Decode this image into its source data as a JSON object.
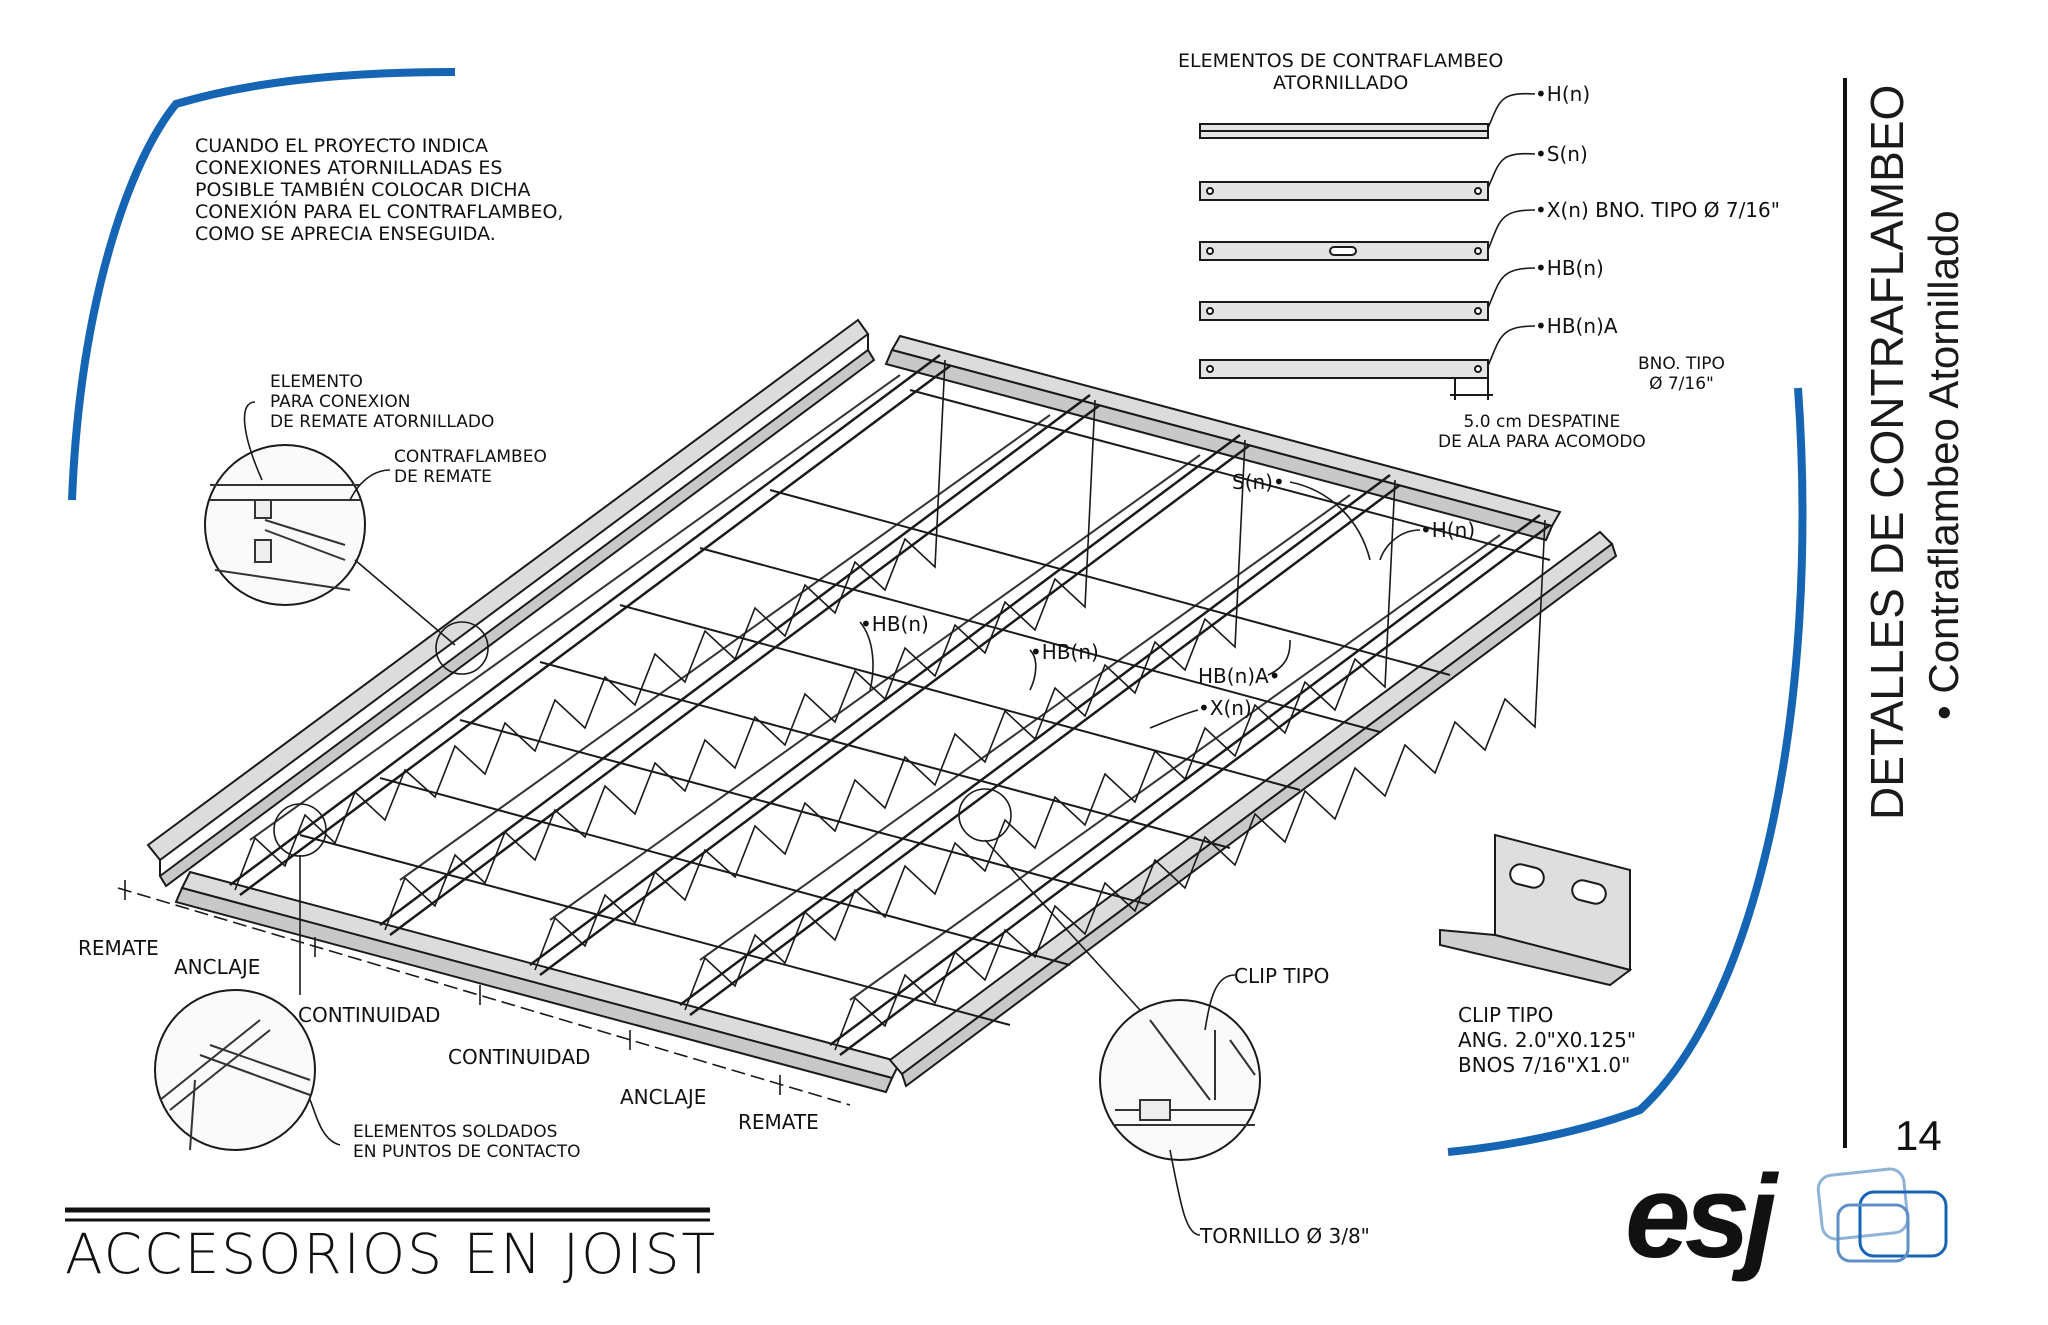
{
  "colors": {
    "accent_blue": "#1565b4",
    "line": "#1a1a1a",
    "steel": "#d9d9d9"
  },
  "intro_note": "CUANDO EL PROYECTO INDICA\nCONEXIONES ATORNILLADAS ES\nPOSIBLE TAMBIÉN COLOCAR DICHA\nCONEXIÓN PARA EL CONTRAFLAMBEO,\nCOMO SE APRECIA ENSEGUIDA.",
  "elements_panel": {
    "title": "ELEMENTOS DE CONTRAFLAMBEO\nATORNILLADO",
    "items": [
      "•H(n)",
      "•S(n)",
      "•X(n) BNO. TIPO Ø 7/16\"",
      "•HB(n)",
      "•HB(n)A"
    ],
    "bolt_note": "BNO. TIPO\nØ 7/16\"",
    "despatine_note": "5.0 cm DESPATINE\nDE ALA PARA ACOMODO"
  },
  "detail_labels": {
    "remate_elemento": "ELEMENTO\nPARA CONEXION\nDE REMATE ATORNILLADO",
    "contraflambeo_remate": "CONTRAFLAMBEO\nDE REMATE",
    "soldados": "ELEMENTOS SOLDADOS\nEN PUNTOS DE CONTACTO",
    "clip_tipo_pointer": "CLIP TIPO",
    "tornillo": "TORNILLO Ø 3/8\""
  },
  "member_labels": {
    "s_n": "S(n)•",
    "h_n": "•H(n)",
    "hb_n_1": "•HB(n)",
    "hb_n_2": "•HB(n)",
    "hb_n_a": "HB(n)A•",
    "x_n": "•X(n)"
  },
  "zone_labels": {
    "remate_left": "REMATE",
    "anclaje_left": "ANCLAJE",
    "continuidad_left": "CONTINUIDAD",
    "continuidad_center": "CONTINUIDAD",
    "anclaje_right": "ANCLAJE",
    "remate_right": "REMATE"
  },
  "clip_spec": "CLIP TIPO\nANG. 2.0\"X0.125\"\nBNOS 7/16\"X1.0\"",
  "side_title": {
    "main": "DETALLES DE CONTRAFLAMBEO",
    "sub": "• Contraflambeo Atornillado"
  },
  "page_number": "14",
  "logo": "esj",
  "bottom_title": "ACCESORIOS EN JOIST"
}
